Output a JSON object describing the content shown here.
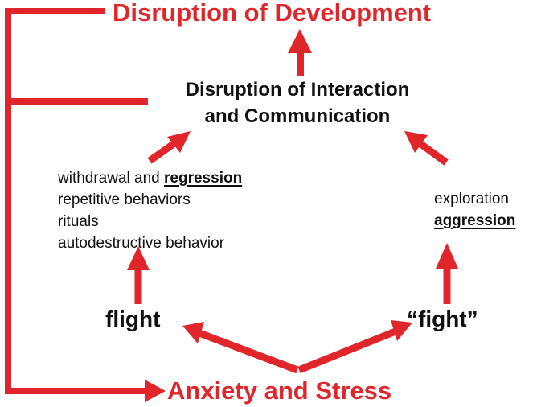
{
  "colors": {
    "accent": "#e0262b",
    "text": "#111111",
    "background": "#ffffff"
  },
  "diagram": {
    "title": "Disruption of Development",
    "interaction": [
      "Disruption of Interaction",
      "and Communication"
    ],
    "left_list": {
      "item1_prefix": "withdrawal and ",
      "item1_emphasis": "regression",
      "item2": "repetitive behaviors",
      "item3": "rituals",
      "item4": "autodestructive behavior"
    },
    "right_list": {
      "item1": "exploration",
      "item2": "aggression"
    },
    "flight": "flight",
    "fight": "“fight”",
    "anxiety": "Anxiety and Stress"
  }
}
